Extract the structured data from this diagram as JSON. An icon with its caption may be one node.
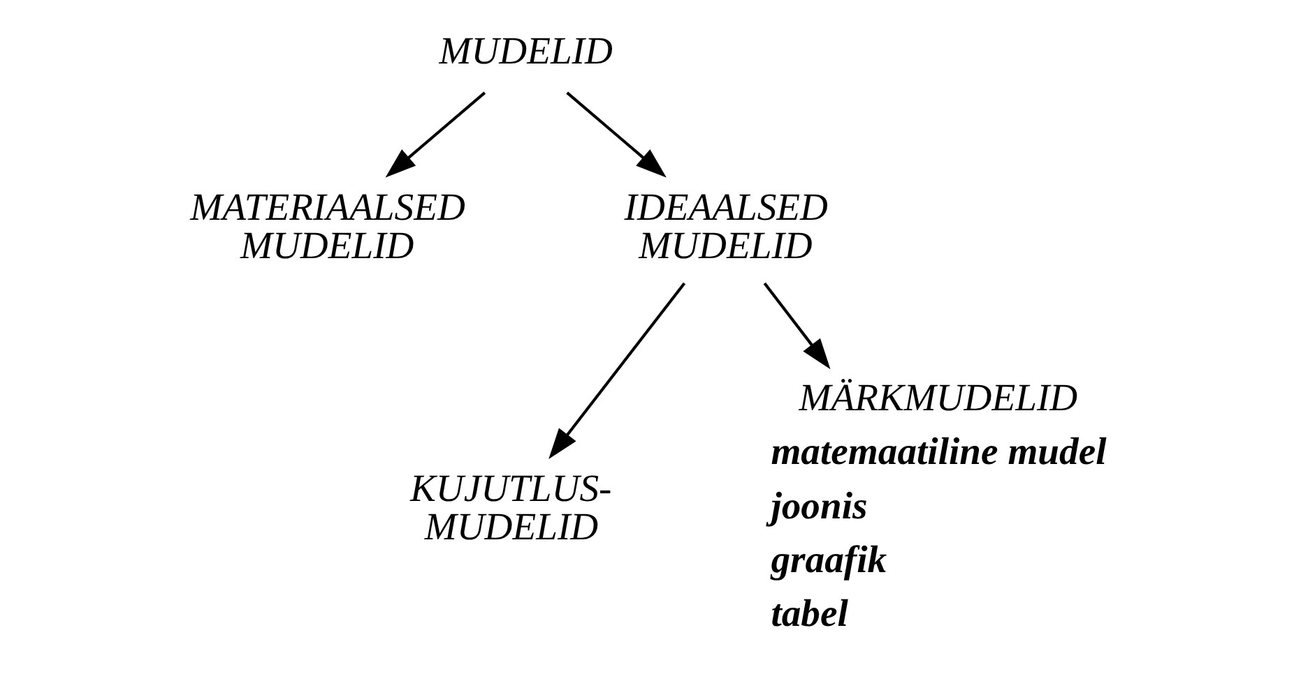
{
  "diagram": {
    "nodes": [
      {
        "text": [
          "MUDELID"
        ]
      },
      {
        "text": [
          "MATERIAALSED MUDELID"
        ]
      },
      {
        "text": [
          "IDEAALSED MUDELID"
        ]
      },
      {
        "text": [
          "KUJUTLUS- MUDELID"
        ]
      },
      {
        "text": [
          "MÄRKMUDELID",
          "matemaatiline mudel",
          "joonis",
          "graafik",
          "tabel"
        ]
      }
    ],
    "edges": [
      {
        "from": 0,
        "to": 1,
        "arrow": "to"
      },
      {
        "from": 0,
        "to": 2,
        "arrow": "to"
      },
      {
        "from": 2,
        "to": 3,
        "arrow": "to"
      },
      {
        "from": 2,
        "to": 4,
        "arrow": "to"
      }
    ]
  }
}
